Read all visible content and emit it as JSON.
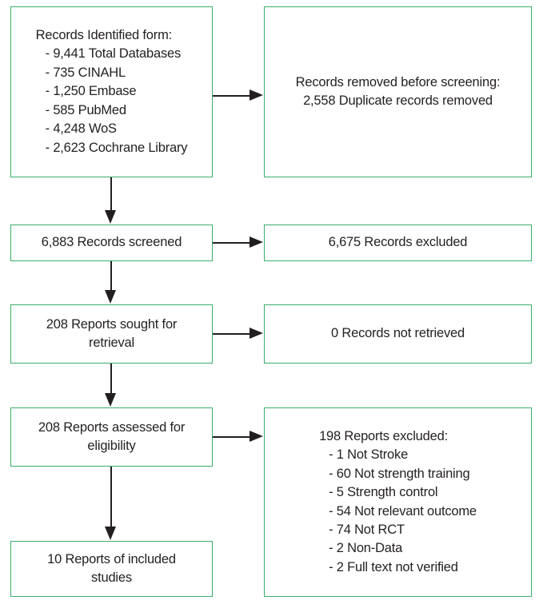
{
  "diagram": {
    "type": "prisma-flow-diagram",
    "accent_color": "#3aaf6b",
    "text_color": "#231f20",
    "background": "#ffffff"
  },
  "boxes": {
    "identified": {
      "heading": "Records Identified form:",
      "items": [
        "- 9,441 Total Databases",
        "- 735 CINAHL",
        "- 1,250 Embase",
        "- 585 PubMed",
        "- 4,248 WoS",
        "- 2,623 Cochrane Library"
      ]
    },
    "removed": {
      "line1": "Records removed before screening:",
      "line2": "2,558 Duplicate records removed"
    },
    "screened": {
      "line1": "6,883 Records screened"
    },
    "excluded": {
      "line1": "6,675 Records excluded"
    },
    "sought": {
      "line1": "208 Reports sought for",
      "line2": "retrieval"
    },
    "not_retrieved": {
      "line1": "0 Records not retrieved"
    },
    "assessed": {
      "line1": "208 Reports assessed for",
      "line2": "eligibility"
    },
    "reports_excluded": {
      "heading": "198 Reports excluded:",
      "items": [
        "- 1 Not Stroke",
        "- 60 Not strength training",
        "- 5 Strength control",
        "- 54 Not relevant outcome",
        "- 74 Not RCT",
        "- 2 Non-Data",
        "- 2 Full text not verified"
      ]
    },
    "included": {
      "line1": "10 Reports of included",
      "line2": "studies"
    }
  },
  "connectors": {
    "identified_to_screened": "arrow-down",
    "identified_to_removed": "arrow-right",
    "screened_to_sought": "arrow-down",
    "screened_to_excluded": "arrow-right",
    "sought_to_assessed": "arrow-down",
    "sought_to_not_retrieved": "arrow-right",
    "assessed_to_included": "arrow-down",
    "assessed_to_reports_excluded": "arrow-right"
  }
}
